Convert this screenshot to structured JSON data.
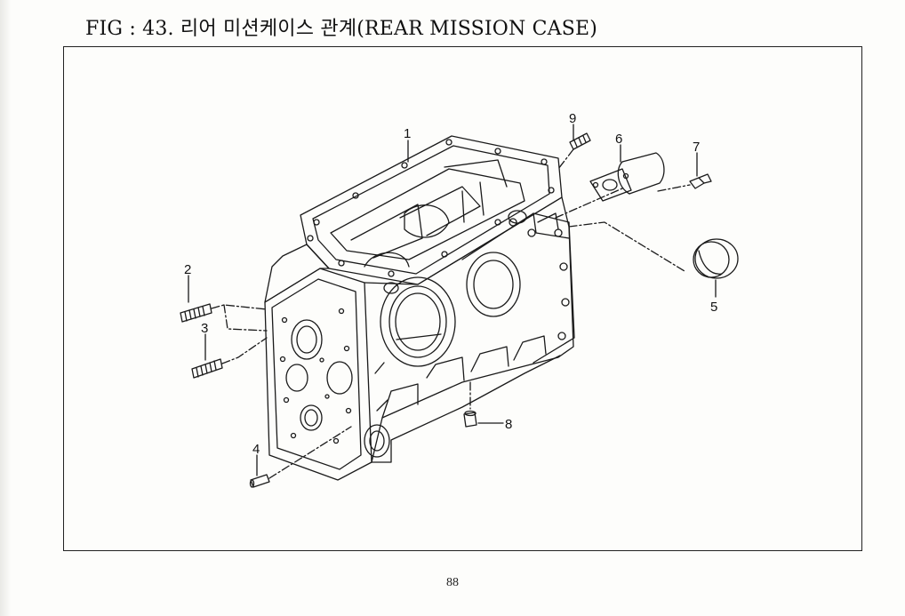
{
  "title": "FIG : 43. 리어 미션케이스 관계(REAR MISSION CASE)",
  "page_number": "88",
  "callouts": {
    "c1": "1",
    "c2": "2",
    "c3": "3",
    "c4": "4",
    "c5": "5",
    "c6": "6",
    "c7": "7",
    "c8": "8",
    "c9": "9"
  },
  "colors": {
    "line": "#1a1a1a",
    "paper": "#fdfdfb"
  }
}
